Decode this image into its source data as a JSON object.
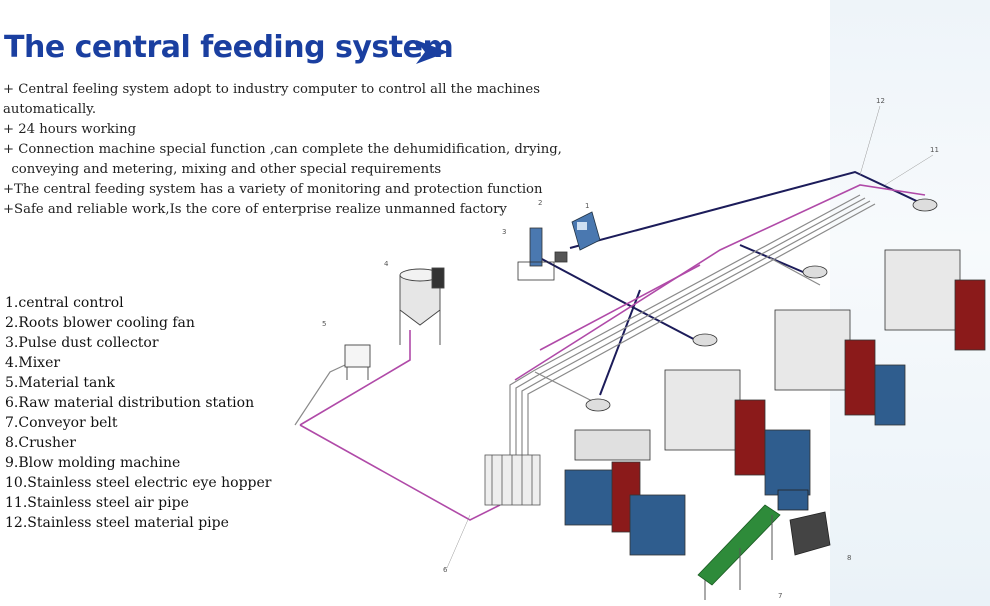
{
  "header": {
    "title": "The central feeding system"
  },
  "features": [
    "+ Central feeling system adopt to industry computer to control all the machines",
    "automatically.",
    "+ 24 hours working",
    "+ Connection machine special function ,can complete the dehumidification, drying,",
    "  conveying and metering, mixing and other special requirements",
    "+The central feeding system has a variety of monitoring and protection function",
    "+Safe and reliable work,Is the core of enterprise realize unmanned factory"
  ],
  "legend": [
    "1.central control",
    "2.Roots blower cooling fan",
    "3.Pulse dust collector",
    "4.Mixer",
    "5.Material tank",
    "6.Raw material distribution station",
    "7.Conveyor belt",
    "8.Crusher",
    "9.Blow molding machine",
    "10.Stainless steel electric eye hopper",
    "11.Stainless steel air pipe",
    "12.Stainless steel material pipe"
  ],
  "callouts": [
    "1",
    "2",
    "3",
    "4",
    "5",
    "6",
    "7",
    "8",
    "12",
    "11"
  ],
  "colors": {
    "title": "#1a3fa0",
    "arrow": "#1a3fa0",
    "air_pipe": "#1c1c5a",
    "material_pipe": "#b04aa8",
    "machine_blue": "#2f5d8e",
    "machine_red": "#8b1a1a",
    "conveyor_green": "#2e8b3a"
  }
}
